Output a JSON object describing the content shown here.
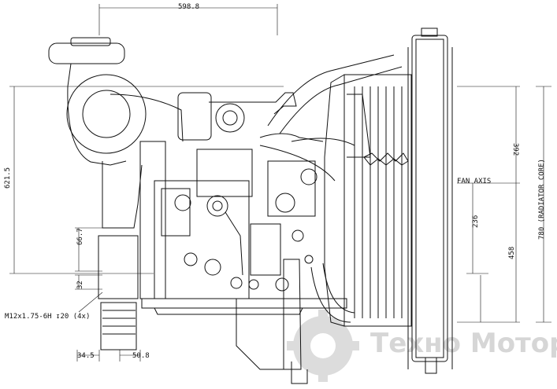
{
  "dimensions": {
    "top_width": "598.8",
    "height_left": "621.5",
    "dim_66_7": "66.7",
    "dim_32": "32",
    "dim_34_5": "34.5",
    "dim_50_8": "50.8",
    "thread_note": "M12x1.75-6H ↧20 (4x)",
    "dim_392": "392",
    "dim_236": "236",
    "dim_458": "458",
    "radiator_core": "780 (RADIATOR CORE)",
    "fan_axis": "FAN AXIS"
  },
  "watermark": {
    "text": "Техно Моторс"
  },
  "colors": {
    "line": "#111111",
    "watermark": "#d6d6d6"
  }
}
